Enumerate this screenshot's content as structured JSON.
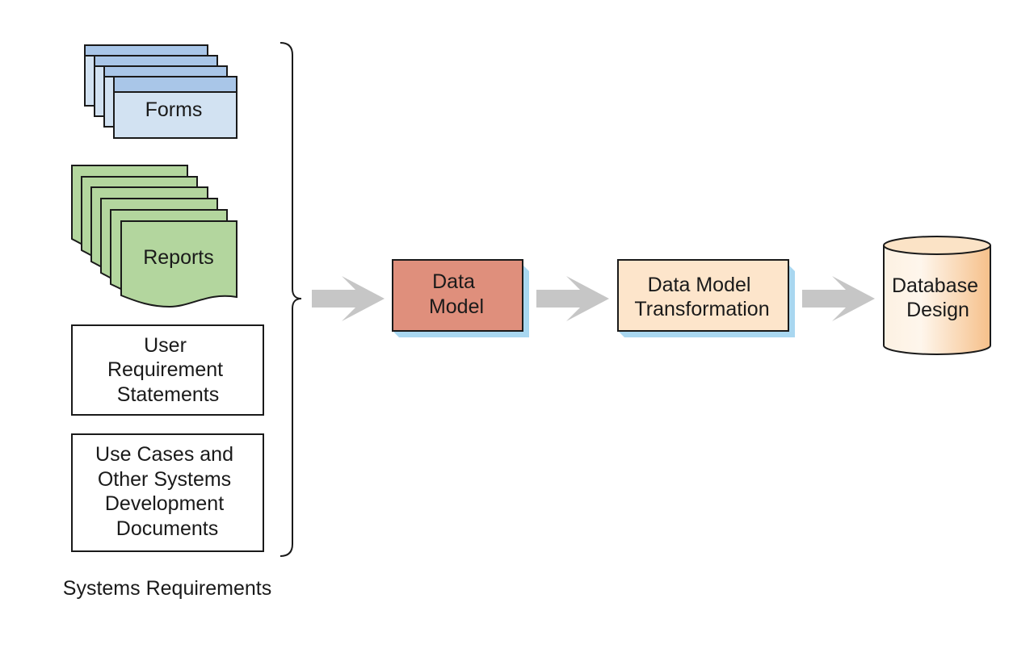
{
  "inputs": {
    "forms": "Forms",
    "reports": "Reports",
    "user_requirements": [
      "User",
      "Requirement",
      "Statements"
    ],
    "use_cases": [
      "Use Cases and",
      "Other Systems",
      "Development",
      "Documents"
    ]
  },
  "group_label": "Systems Requirements",
  "process": {
    "data_model": [
      "Data",
      "Model"
    ],
    "transformation": [
      "Data Model",
      "Transformation"
    ]
  },
  "output": {
    "database_design": [
      "Database",
      "Design"
    ]
  },
  "colors": {
    "forms_fill": "#d2e2f2",
    "forms_header": "#a9c6e8",
    "reports_fill": "#b3d69e",
    "data_model_fill": "#df8f7c",
    "transformation_fill": "#fde5cb",
    "box_shadow": "#a9d7f0",
    "arrow": "#c6c6c6",
    "cylinder_light": "#fef3e6",
    "cylinder_dark": "#f6c490",
    "stroke": "#1a1a1a"
  }
}
